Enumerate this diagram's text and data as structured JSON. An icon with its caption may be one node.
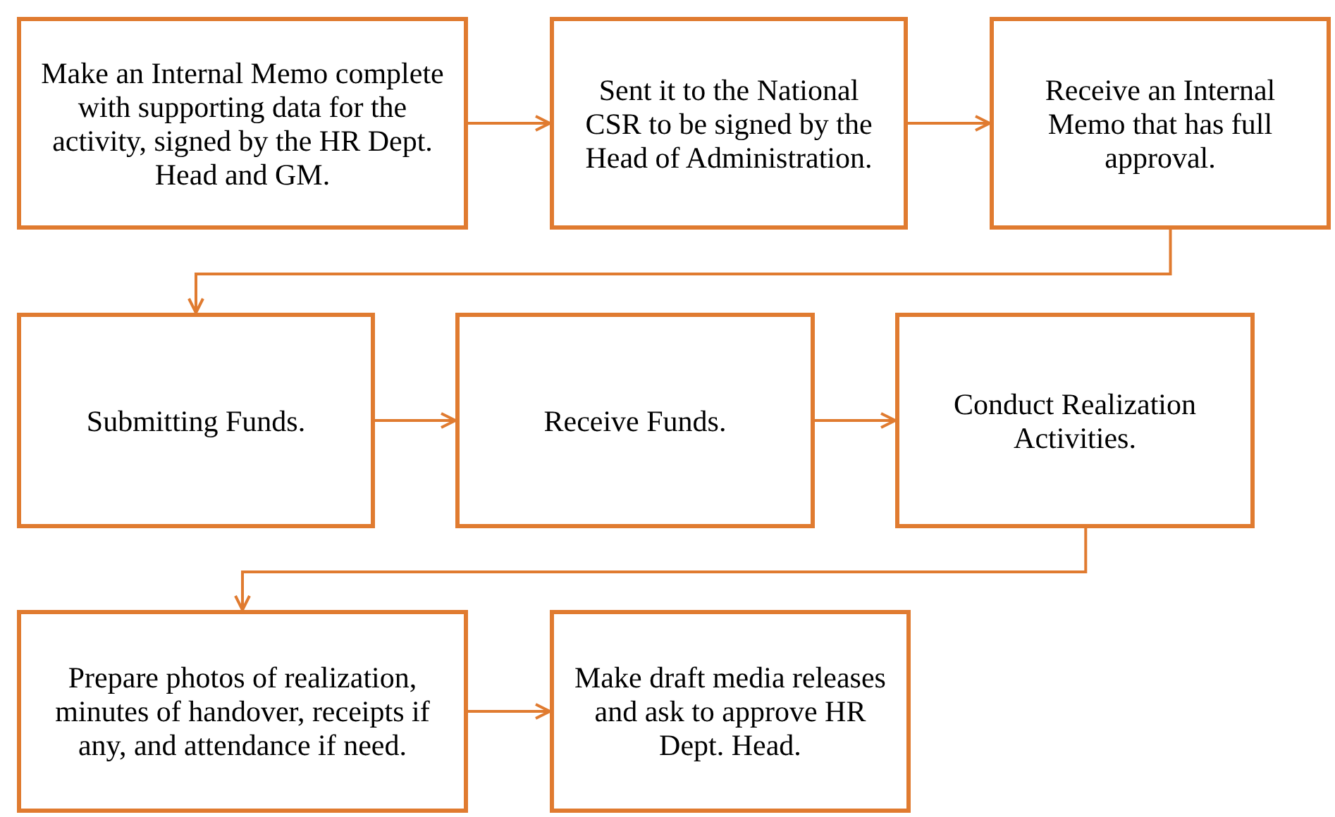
{
  "diagram": {
    "nodes": [
      {
        "text": [
          "Make an Internal Memo complete with supporting data for the activity, signed by the HR Dept. Head and GM."
        ]
      },
      {
        "text": [
          "Sent it to the National CSR to be signed by the Head of Administration."
        ]
      },
      {
        "text": [
          "Receive an Internal Memo that has full approval."
        ]
      },
      {
        "text": [
          "Submitting Funds."
        ]
      },
      {
        "text": [
          "Receive Funds."
        ]
      },
      {
        "text": [
          "Conduct Realization Activities."
        ]
      },
      {
        "text": [
          "Prepare photos of realization, minutes of handover, receipts if any, and attendance if need."
        ]
      },
      {
        "text": [
          "Make draft media releases and ask to approve HR Dept. Head."
        ]
      }
    ],
    "edges": [
      {
        "from": 0,
        "to": 1,
        "arrow": "to"
      },
      {
        "from": 1,
        "to": 2,
        "arrow": "to"
      },
      {
        "from": 2,
        "to": 3,
        "arrow": "to"
      },
      {
        "from": 3,
        "to": 4,
        "arrow": "to"
      },
      {
        "from": 4,
        "to": 5,
        "arrow": "to"
      },
      {
        "from": 5,
        "to": 6,
        "arrow": "to"
      },
      {
        "from": 6,
        "to": 7,
        "arrow": "to"
      }
    ]
  }
}
